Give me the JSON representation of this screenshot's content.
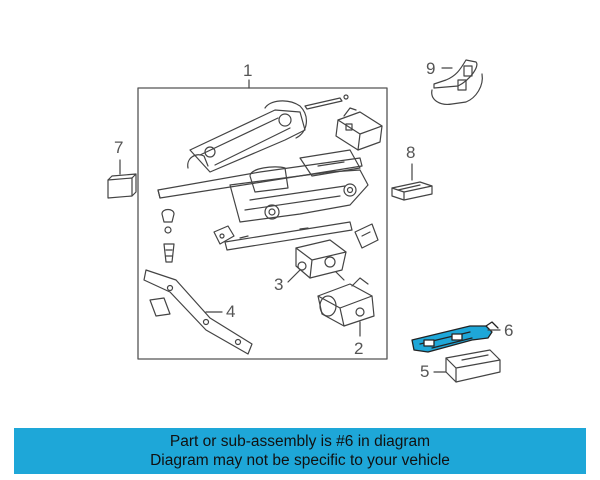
{
  "callouts": {
    "p1": "1",
    "p2": "2",
    "p3": "3",
    "p4": "4",
    "p5": "5",
    "p6": "6",
    "p7": "7",
    "p8": "8",
    "p9": "9"
  },
  "highlight_color": "#1ea7d8",
  "banner": {
    "line1": "Part or sub-assembly is #6 in diagram",
    "line2": "Diagram may not be specific to your vehicle"
  }
}
